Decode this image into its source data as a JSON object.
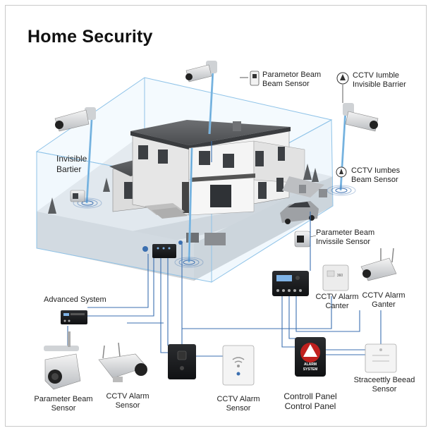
{
  "title": "Home Security",
  "labels": {
    "top_parametor": [
      "Parametor Beam",
      "Beam Sensor"
    ],
    "cctv_iumble": [
      "CCTV Iumble",
      "Invisible Barrier"
    ],
    "invisible_bartier": [
      "Invisible",
      "Bartier"
    ],
    "cctv_iumbes": [
      "CCTV Iumbes",
      "Beam Sensor"
    ],
    "parameter_invissile": [
      "Parameter Beam",
      "Invissile Sensor"
    ],
    "advanced_system": "Advanced System",
    "cctv_alarm_canter": [
      "CCTV Alarm",
      "Canter"
    ],
    "cctv_alarm_ganter": [
      "CCTV Alarm",
      "Ganter"
    ],
    "bottom_parameter": [
      "Parameter Beam",
      "Sensor"
    ],
    "bottom_cctv_alarm": [
      "CCTV Alarm",
      "Sensor"
    ],
    "mid_cctv_alarm": [
      "CCTV Alarm",
      "Sensor"
    ],
    "control_panel": [
      "Controll Panel",
      "Control Panel"
    ],
    "straceettly": [
      "Straceettly Beead",
      "Sensor"
    ]
  },
  "device_text": {
    "alarm_box_line1": "ALARM",
    "alarm_box_line2": "SYSTEM",
    "canter_box": "360"
  },
  "colors": {
    "beam": "#5fa3d6",
    "wire": "#3b6fb0",
    "alarm_red": "#c0201e"
  }
}
